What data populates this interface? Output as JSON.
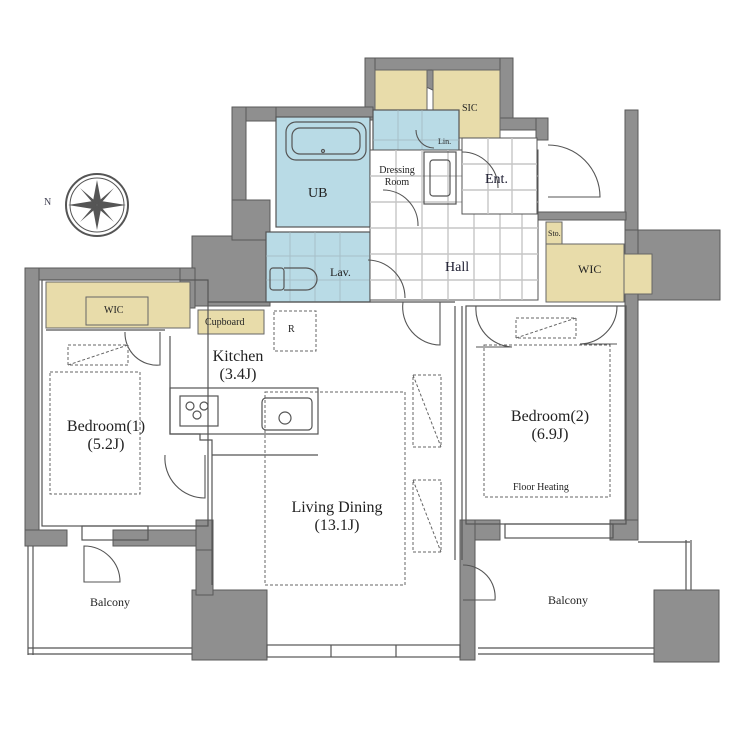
{
  "compass": {
    "north_label": "N",
    "icon": "compass-rose-icon"
  },
  "rooms": {
    "ub": {
      "name": "UB"
    },
    "dressing": {
      "name_line1": "Dressing",
      "name_line2": "Room"
    },
    "lav": {
      "name": "Lav."
    },
    "sic": {
      "name": "SIC"
    },
    "lin": {
      "name": "Lin."
    },
    "ent": {
      "name": "Ent."
    },
    "hall": {
      "name": "Hall"
    },
    "sto": {
      "name": "Sto."
    },
    "wic_right": {
      "name": "WIC"
    },
    "wic_left": {
      "name": "WIC"
    },
    "cupboard": {
      "name": "Cupboard"
    },
    "fridge": {
      "name": "R"
    },
    "kitchen": {
      "name": "Kitchen",
      "size": "(3.4J)"
    },
    "bedroom1": {
      "name": "Bedroom(1)",
      "size": "(5.2J)"
    },
    "bedroom2": {
      "name": "Bedroom(2)",
      "size": "(6.9J)",
      "note": "Floor Heating"
    },
    "living": {
      "name": "Living Dining",
      "size": "(13.1J)"
    },
    "balcony_left": {
      "name": "Balcony"
    },
    "balcony_right": {
      "name": "Balcony"
    }
  },
  "colors": {
    "wall": "#8f8f8f",
    "wall_stroke": "#555555",
    "wet_area": "#b9dbe6",
    "storage": "#e8dcaa",
    "tile_grid": "#bdbdbd",
    "line": "#555555"
  }
}
